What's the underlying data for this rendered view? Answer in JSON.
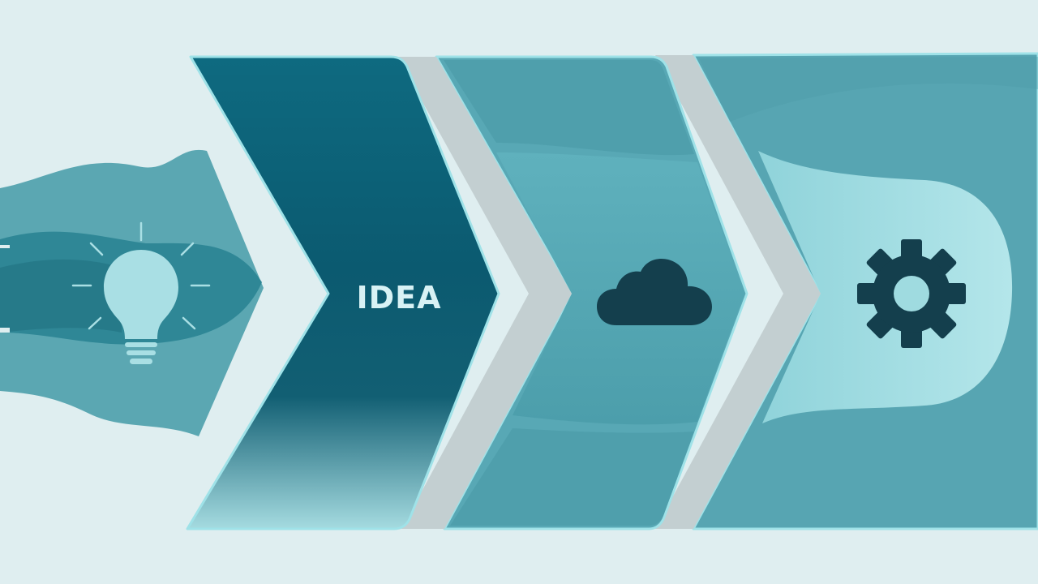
{
  "diagram": {
    "type": "process-arrow",
    "stages": [
      {
        "name": "idea-source",
        "icon": "lightbulb-icon",
        "label": ""
      },
      {
        "name": "idea",
        "icon": "",
        "label": "IDEA"
      },
      {
        "name": "cloud",
        "icon": "cloud-icon",
        "label": ""
      },
      {
        "name": "process",
        "icon": "gear-icon",
        "label": ""
      }
    ]
  },
  "colors": {
    "background": "#dfeef0",
    "chevron_gap": "#c3cfd1",
    "chevron_outline": "#9fe2e8",
    "idea_dark": "#0c5f74",
    "idea_light": "#a5dbe0",
    "teal_mid": "#55a7b3",
    "teal_light": "#a9e0e4",
    "icon_dark": "#123f4d",
    "text": "#d8f2f5"
  }
}
